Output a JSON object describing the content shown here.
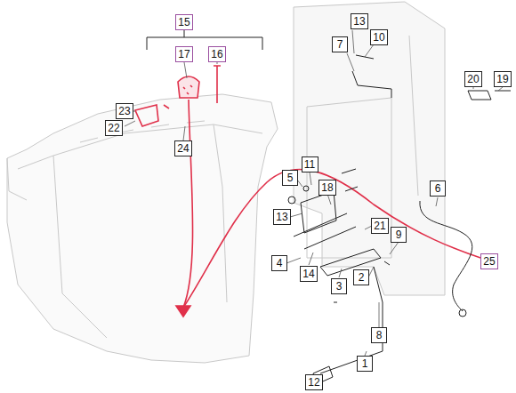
{
  "diagram": {
    "nodes": [
      {
        "text": [
          "15"
        ]
      },
      {
        "text": [
          "13"
        ]
      },
      {
        "text": [
          "10"
        ]
      },
      {
        "text": [
          "7"
        ]
      },
      {
        "text": [
          "17"
        ]
      },
      {
        "text": [
          "16"
        ]
      },
      {
        "text": [
          "20"
        ]
      },
      {
        "text": [
          "19"
        ]
      },
      {
        "text": [
          "23"
        ]
      },
      {
        "text": [
          "22"
        ]
      },
      {
        "text": [
          "24"
        ]
      },
      {
        "text": [
          "11"
        ]
      },
      {
        "text": [
          "5"
        ]
      },
      {
        "text": [
          "18"
        ]
      },
      {
        "text": [
          "6"
        ]
      },
      {
        "text": [
          "13"
        ]
      },
      {
        "text": [
          "21"
        ]
      },
      {
        "text": [
          "9"
        ]
      },
      {
        "text": [
          "25"
        ]
      },
      {
        "text": [
          "4"
        ]
      },
      {
        "text": [
          "14"
        ]
      },
      {
        "text": [
          "2"
        ]
      },
      {
        "text": [
          "3"
        ]
      },
      {
        "text": [
          "8"
        ]
      },
      {
        "text": [
          "1"
        ]
      },
      {
        "text": [
          "12"
        ]
      }
    ]
  }
}
